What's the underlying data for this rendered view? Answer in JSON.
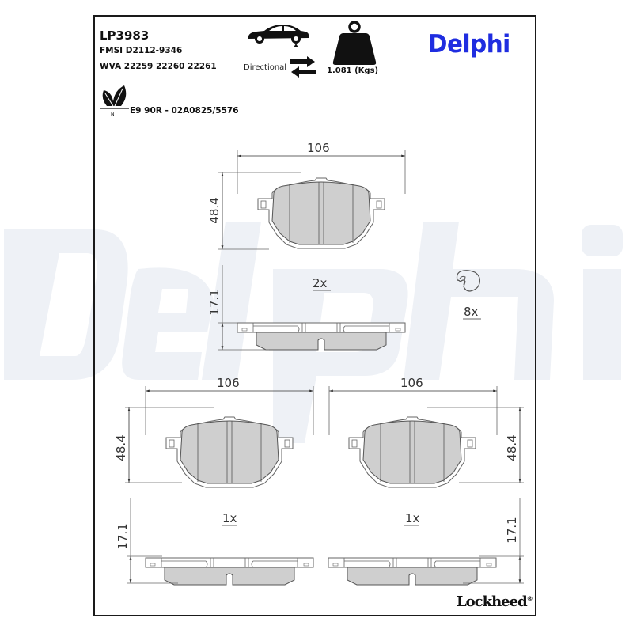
{
  "header": {
    "part_number": "LP3983",
    "fmsi": "FMSI D2112-9346",
    "wva": "WVA 22259 22260 22261",
    "directional_label": "Directional",
    "weight": "1.081 (Kgs)",
    "brand": "Delphi",
    "approval": "E9 90R - 02A0825/5576"
  },
  "icons": {
    "car": "car-icon",
    "arrows": "directional-arrows-icon",
    "weight": "weight-icon",
    "eco": "leaf-eco-icon",
    "clip": "clip-spring-icon"
  },
  "drawings": {
    "top_pad": {
      "width_dim": "106",
      "height_dim": "48.4",
      "thickness_dim": "17.1",
      "quantity": "2x"
    },
    "clip": {
      "quantity": "8x"
    },
    "bottom_left_pad": {
      "width_dim": "106",
      "height_dim": "48.4",
      "thickness_dim": "17.1",
      "quantity": "1x"
    },
    "bottom_right_pad": {
      "width_dim": "106",
      "height_dim": "48.4",
      "thickness_dim": "17.1",
      "quantity": "1x"
    }
  },
  "footer": {
    "brand": "Lockheed",
    "registered": "®"
  },
  "colors": {
    "brand_blue": "#1f2de0",
    "watermark": "#eef1f6",
    "friction_fill": "#cfcfcf",
    "line": "#555555"
  }
}
